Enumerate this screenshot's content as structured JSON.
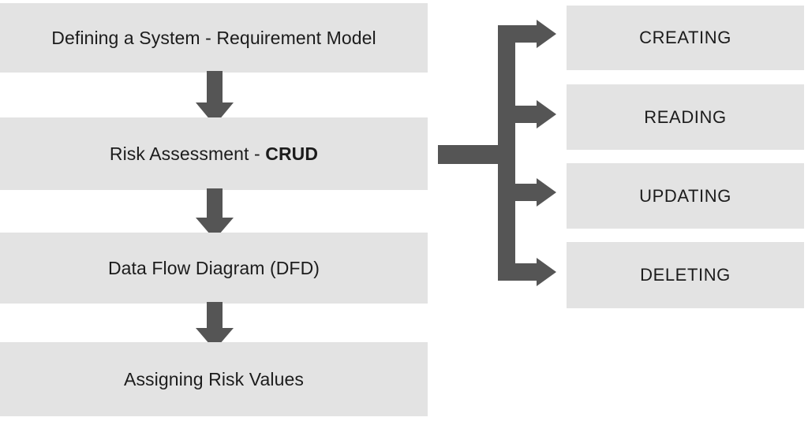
{
  "diagram": {
    "title": "Defining a System - Requirement Model flow with CRUD branches",
    "colors": {
      "box_fill": "#e3e3e3",
      "arrow_fill": "#555555",
      "text": "#1c1c1c",
      "background": "#ffffff"
    },
    "left_flow": {
      "steps": [
        {
          "id": "step-1",
          "label": "Defining a System - Requirement Model"
        },
        {
          "id": "step-2",
          "label_prefix": "Risk Assessment - ",
          "label_emphasis": "CRUD",
          "label": "Risk Assessment - CRUD"
        },
        {
          "id": "step-3",
          "label": "Data Flow Diagram (DFD)"
        },
        {
          "id": "step-4",
          "label": "Assigning Risk Values"
        }
      ],
      "connectors": [
        {
          "id": "connector-1-2",
          "icon": "down-arrow-icon"
        },
        {
          "id": "connector-2-3",
          "icon": "down-arrow-icon"
        },
        {
          "id": "connector-3-4",
          "icon": "down-arrow-icon"
        }
      ]
    },
    "branch": {
      "source_step": "Risk Assessment - CRUD",
      "icon": "bracket-fan-out-icon",
      "items": [
        {
          "id": "crud-create",
          "label": "CREATING"
        },
        {
          "id": "crud-read",
          "label": "READING"
        },
        {
          "id": "crud-update",
          "label": "UPDATING"
        },
        {
          "id": "crud-delete",
          "label": "DELETING"
        }
      ]
    }
  }
}
